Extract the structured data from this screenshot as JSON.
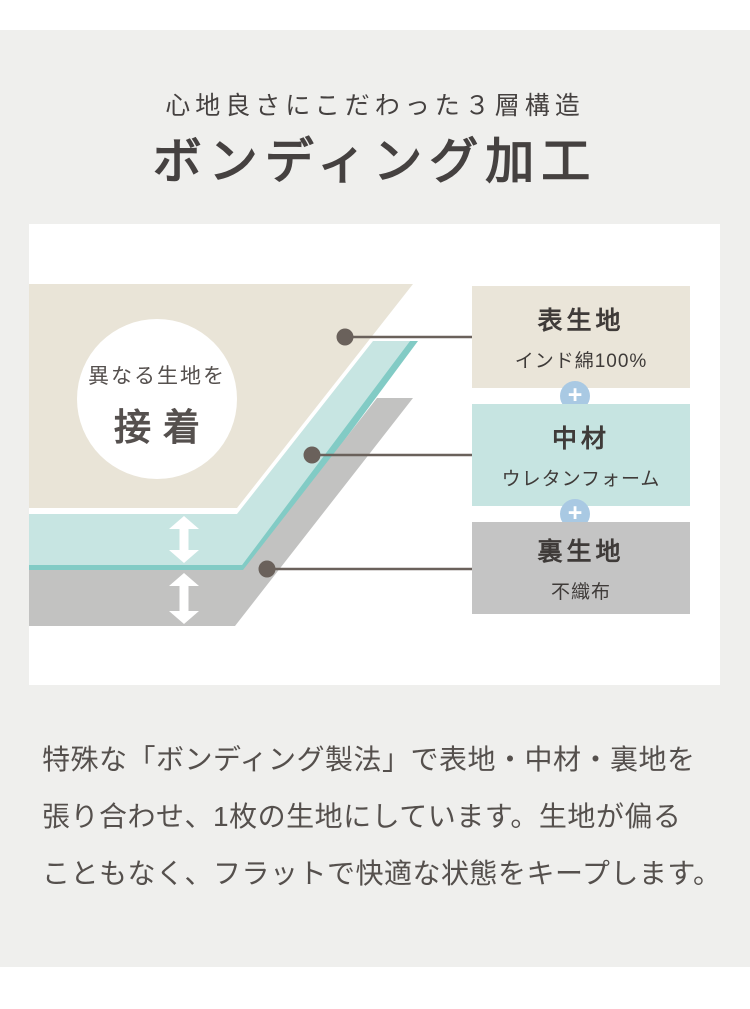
{
  "header": {
    "subtitle": "心地良さにこだわった３層構造",
    "title": "ボンディング加工"
  },
  "diagram": {
    "bond_circle": {
      "line1": "異なる生地を",
      "line2": "接着"
    },
    "layers": [
      {
        "label": "表生地",
        "material": "インド綿100%"
      },
      {
        "label": "中材",
        "material": "ウレタンフォーム"
      },
      {
        "label": "裏生地",
        "material": "不織布"
      }
    ],
    "plus_sign": "+"
  },
  "description": {
    "lines": [
      "特殊な「ボンディング製法」で表地・中材・裏地を",
      "張り合わせ、1枚の生地にしています。生地が偏る",
      "こともなく、フラットで快適な状態をキープします。"
    ]
  },
  "colors": {
    "page_bg": "#ffffff",
    "band_bg": "#efefed",
    "panel_bg": "#ffffff",
    "sheet_top": "#e9e4d7",
    "sheet_mid": "#c7e5e2",
    "sheet_mid_edge": "#82cbc5",
    "sheet_bottom": "#c2c2c1",
    "box_top": "#eae5d9",
    "box_mid": "#c6e4e1",
    "box_bottom": "#c4c4c4",
    "plus_badge": "#a9c9e3",
    "leader": "#6a615b",
    "heading_text": "#454140",
    "body_text": "#55504d"
  }
}
